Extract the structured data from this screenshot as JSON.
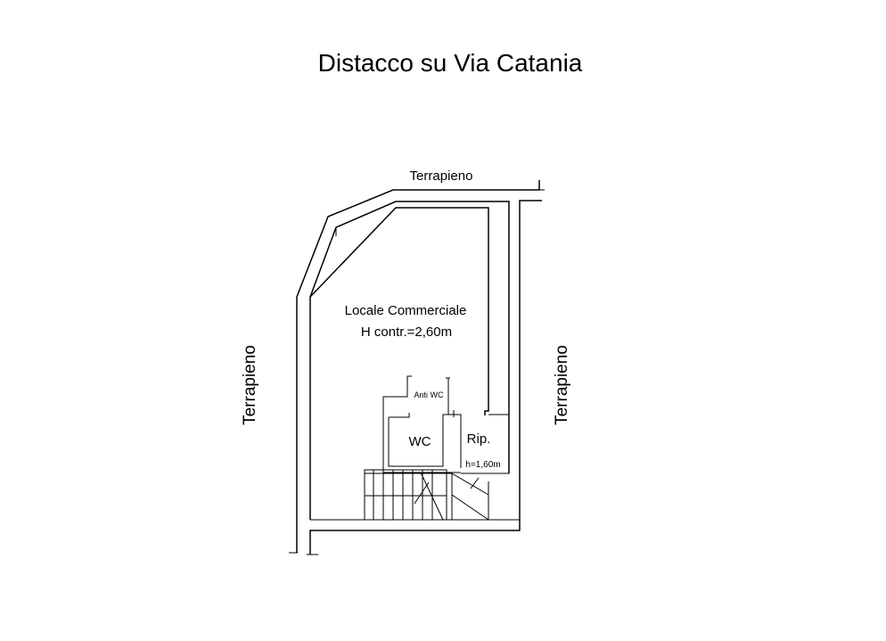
{
  "title": "Distacco su Via Catania",
  "labels": {
    "top": "Terrapieno",
    "left": "Terrapieno",
    "right": "Terrapieno",
    "room_name": "Locale Commerciale",
    "room_height": "H contr.=2,60m",
    "anti_wc": "Anti WC",
    "wc": "WC",
    "rip": "Rip.",
    "rip_height": "h=1,60m"
  }
}
